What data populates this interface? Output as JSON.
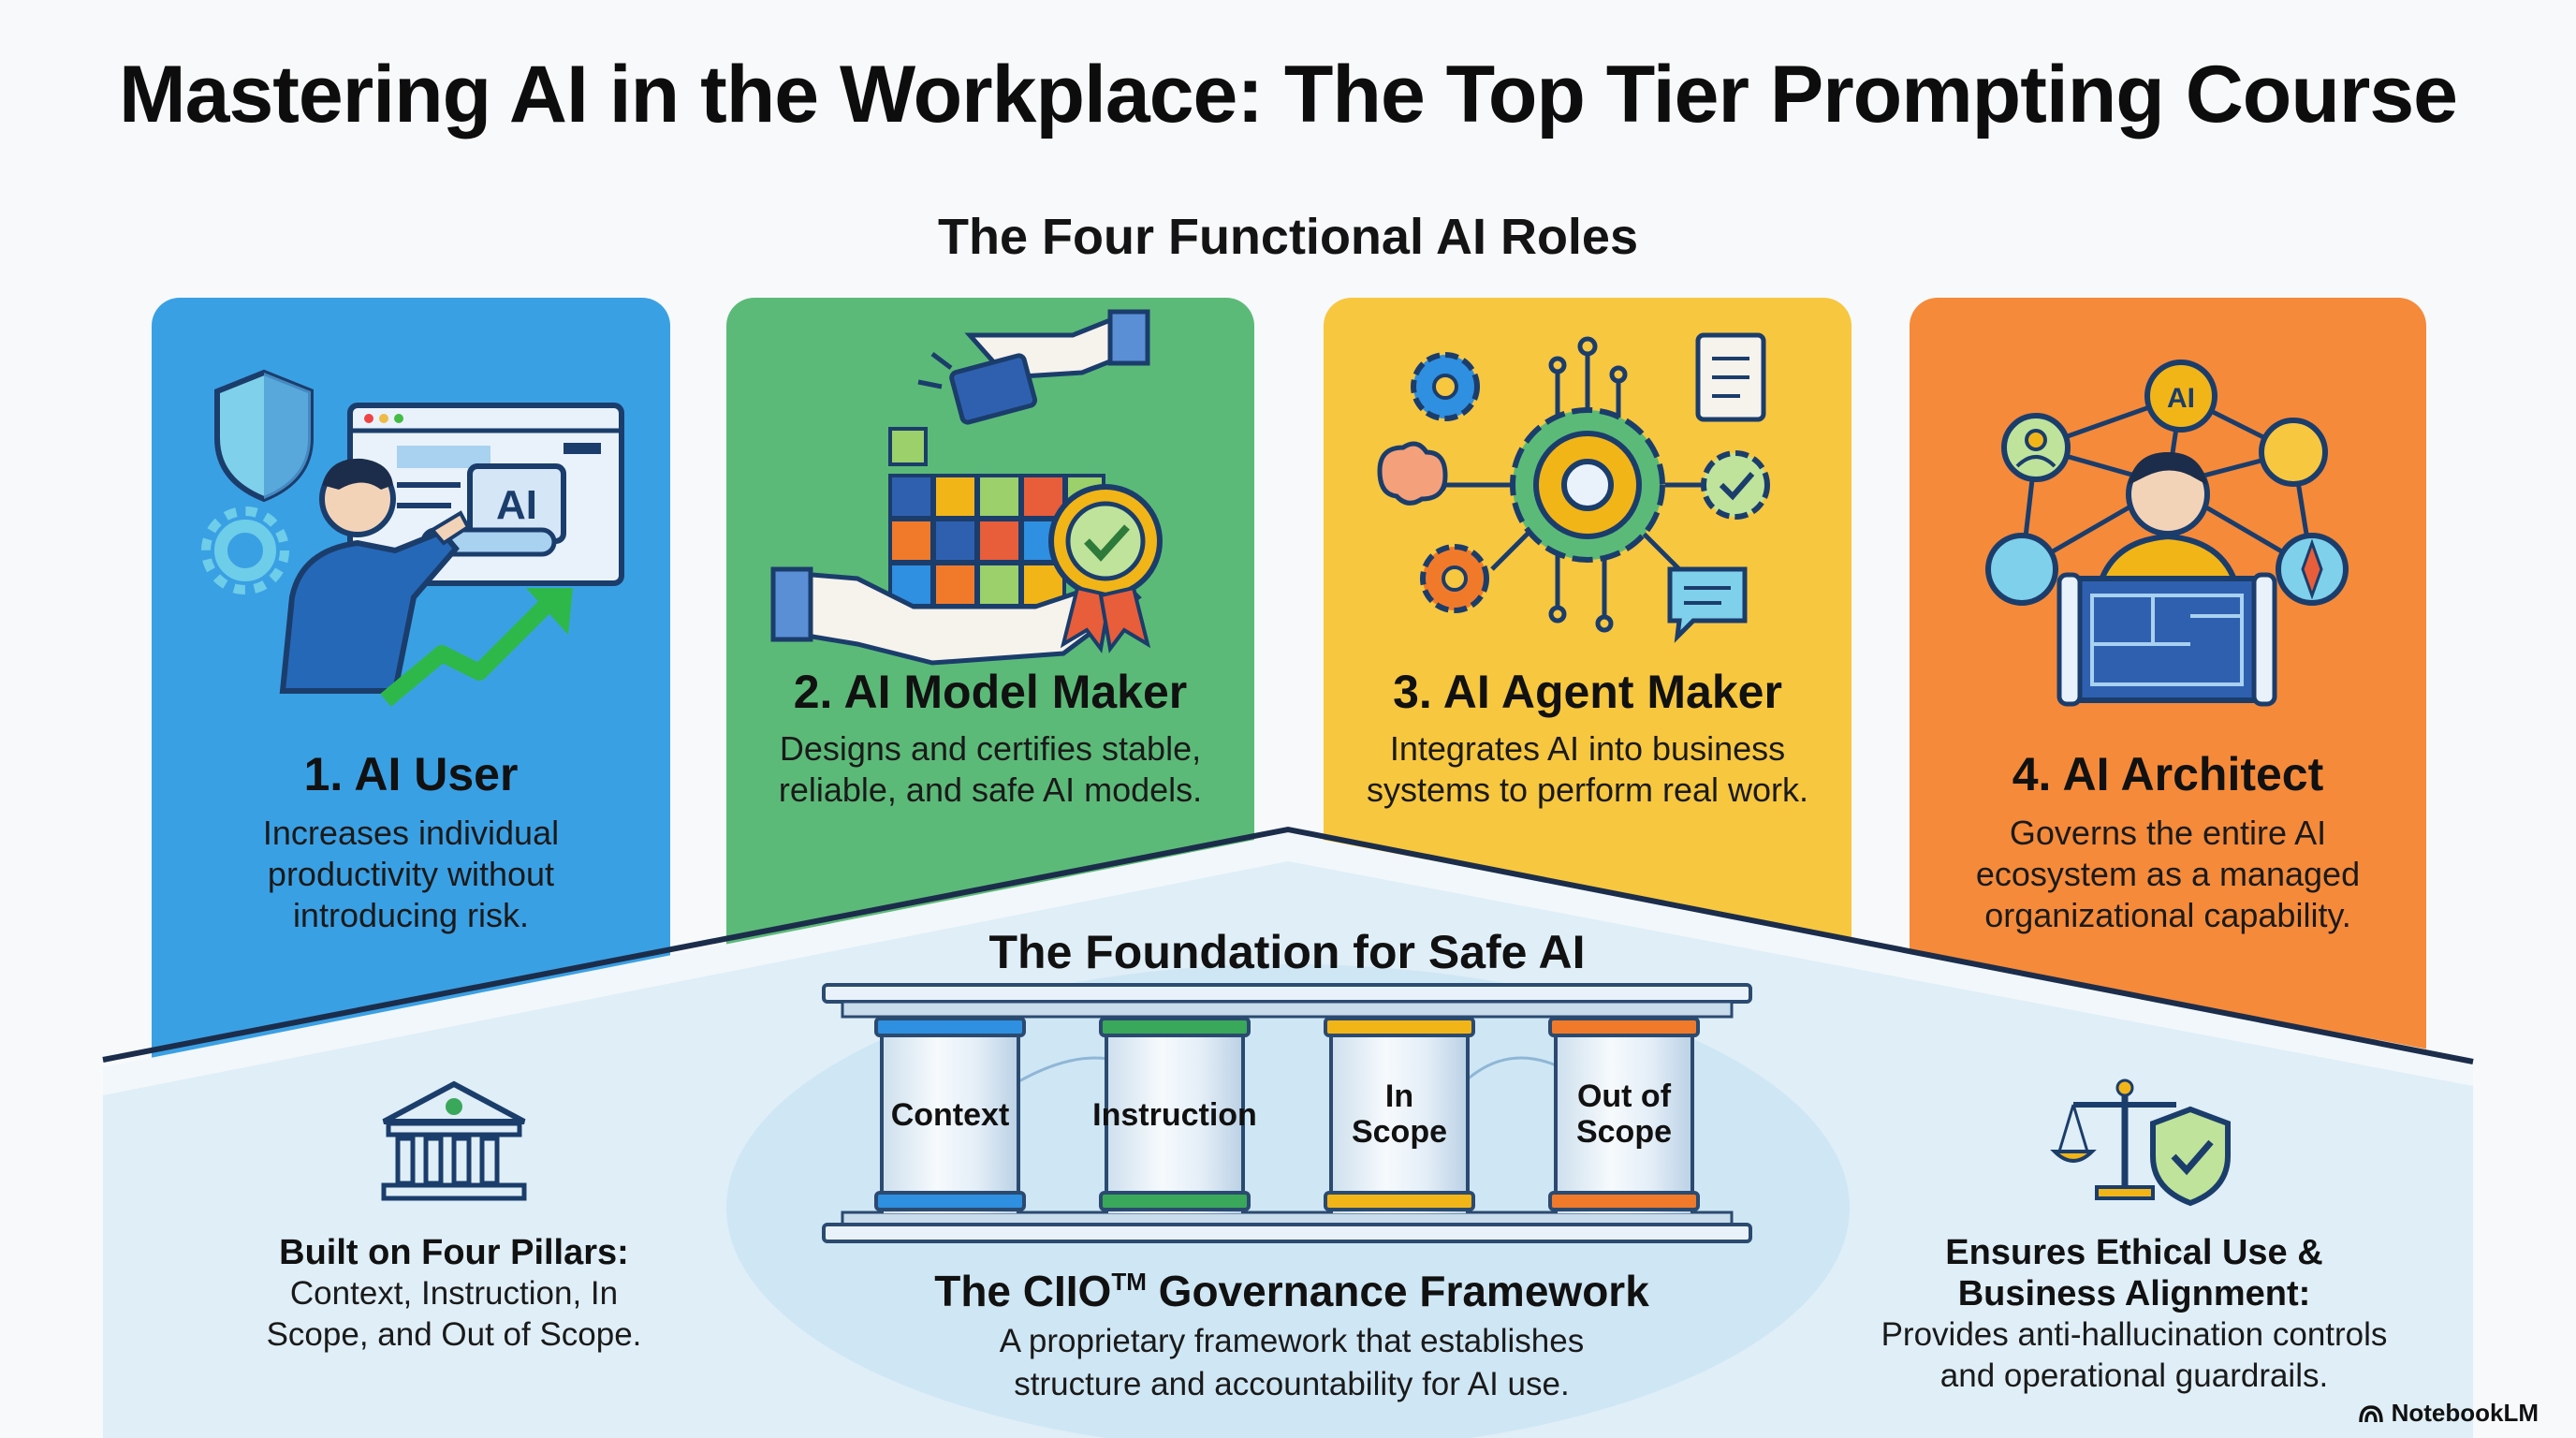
{
  "title": "Mastering AI in the Workplace: The Top Tier Prompting Course",
  "subtitle": "The Four Functional AI Roles",
  "roles": [
    {
      "title": "1. AI User",
      "desc": [
        "Increases individual",
        "productivity without",
        "introducing risk."
      ],
      "color": "#3aa0e4",
      "icon_label": "AI"
    },
    {
      "title": "2. AI Model Maker",
      "desc": [
        "Designs and certifies stable,",
        "reliable, and safe AI models."
      ],
      "color": "#5cba78"
    },
    {
      "title": "3. AI Agent Maker",
      "desc": [
        "Integrates AI into business",
        "systems to perform real work."
      ],
      "color": "#f7c740"
    },
    {
      "title": "4. AI Architect",
      "desc": [
        "Governs the entire AI",
        "ecosystem as a managed",
        "organizational capability."
      ],
      "color": "#f58a3a",
      "icon_label": "AI"
    }
  ],
  "foundation": {
    "title": "The Foundation for Safe AI",
    "pillars": [
      {
        "label": [
          "Context"
        ],
        "color": "#2f8fe0"
      },
      {
        "label": [
          "Instruction"
        ],
        "color": "#3aa85a"
      },
      {
        "label": [
          "In",
          "Scope"
        ],
        "color": "#f2b518"
      },
      {
        "label": [
          "Out of",
          "Scope"
        ],
        "color": "#f07a2a"
      }
    ]
  },
  "left_block": {
    "heading": "Built on Four Pillars:",
    "text": [
      "Context, Instruction, In",
      "Scope, and Out of Scope."
    ]
  },
  "center_block": {
    "heading": "The CIIO",
    "heading_sup": "TM",
    "heading_rest": " Governance Framework",
    "text": [
      "A proprietary framework that establishes",
      "structure and accountability for AI use."
    ]
  },
  "right_block": {
    "heading": [
      "Ensures Ethical Use &",
      "Business Alignment:"
    ],
    "text": [
      "Provides anti-hallucination controls",
      "and operational guardrails."
    ]
  },
  "brand": "NotebookLM"
}
